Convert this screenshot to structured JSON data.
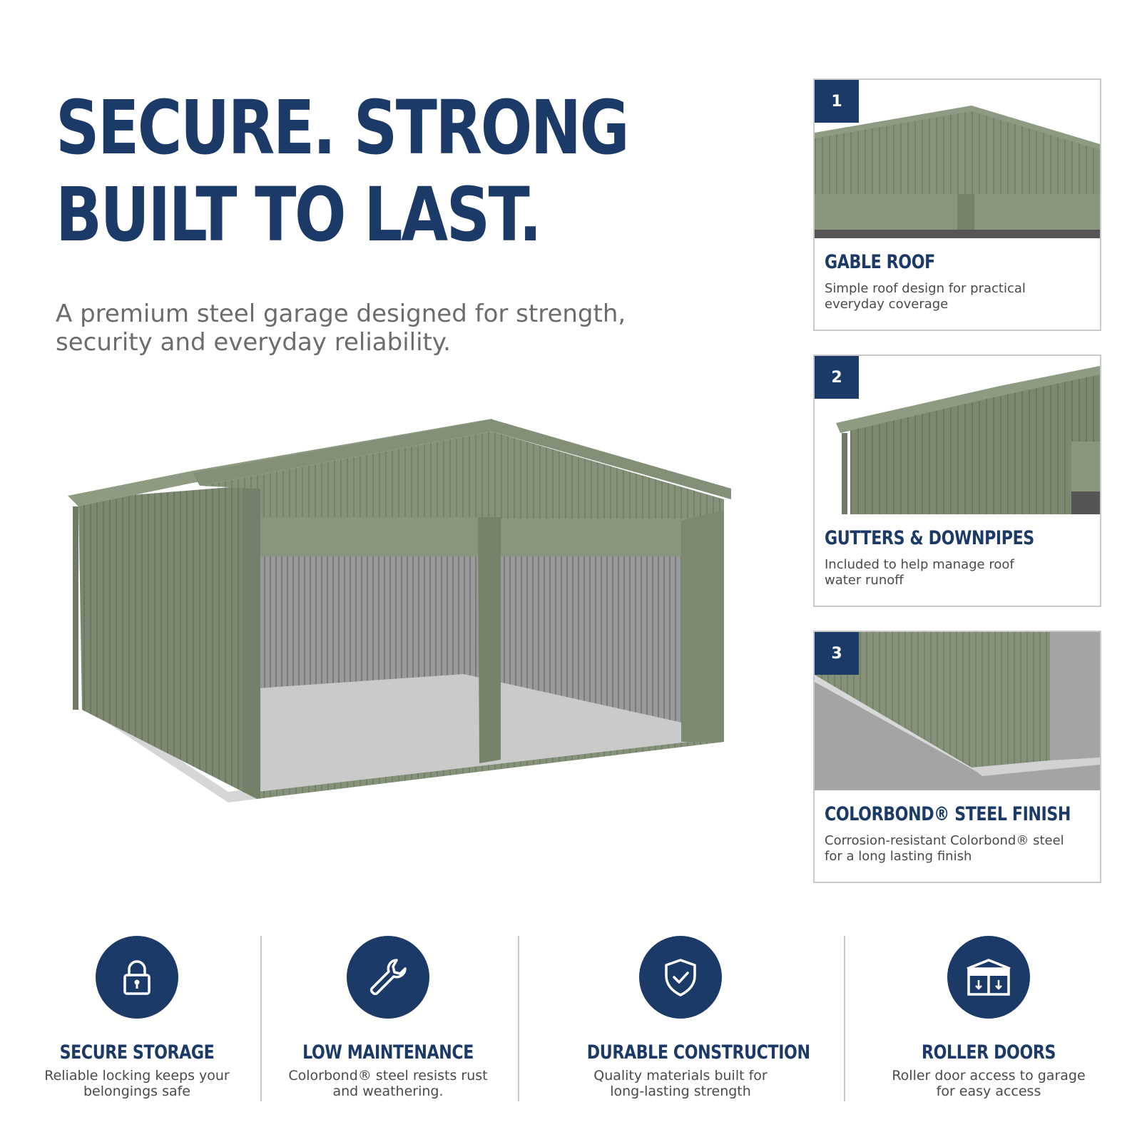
{
  "headline": {
    "line1": "SECURE. STRONG",
    "line2": "BUILT TO LAST."
  },
  "subtitle": {
    "line1": "A premium steel garage designed for strength,",
    "line2": "security and everyday reliability."
  },
  "colors": {
    "navy": "#1c3a68",
    "steel_green": "#7f8a73",
    "border": "#c9c9c9",
    "text_gray": "#4a4a4a"
  },
  "cards": [
    {
      "number": "1",
      "title": "GABLE ROOF",
      "desc_line1": "Simple roof design for practical",
      "desc_line2": "everyday coverage"
    },
    {
      "number": "2",
      "title": "GUTTERS & DOWNPIPES",
      "desc_line1": "Included to help manage roof",
      "desc_line2": "water runoff"
    },
    {
      "number": "3",
      "title": "COLORBOND® STEEL FINISH",
      "desc_line1": "Corrosion-resistant Colorbond® steel",
      "desc_line2": "for a long lasting finish"
    }
  ],
  "features": [
    {
      "icon": "lock-icon",
      "title": "SECURE STORAGE",
      "desc_line1": "Reliable locking keeps your",
      "desc_line2": "belongings safe"
    },
    {
      "icon": "wrench-icon",
      "title": "LOW MAINTENANCE",
      "desc_line1": "Colorbond® steel resists rust",
      "desc_line2": "and weathering."
    },
    {
      "icon": "shield-check-icon",
      "title": "DURABLE CONSTRUCTION",
      "desc_line1": "Quality materials built for",
      "desc_line2": "long-lasting strength"
    },
    {
      "icon": "roller-door-icon",
      "title": "ROLLER DOORS",
      "desc_line1": "Roller door access to garage",
      "desc_line2": "for easy access"
    }
  ]
}
